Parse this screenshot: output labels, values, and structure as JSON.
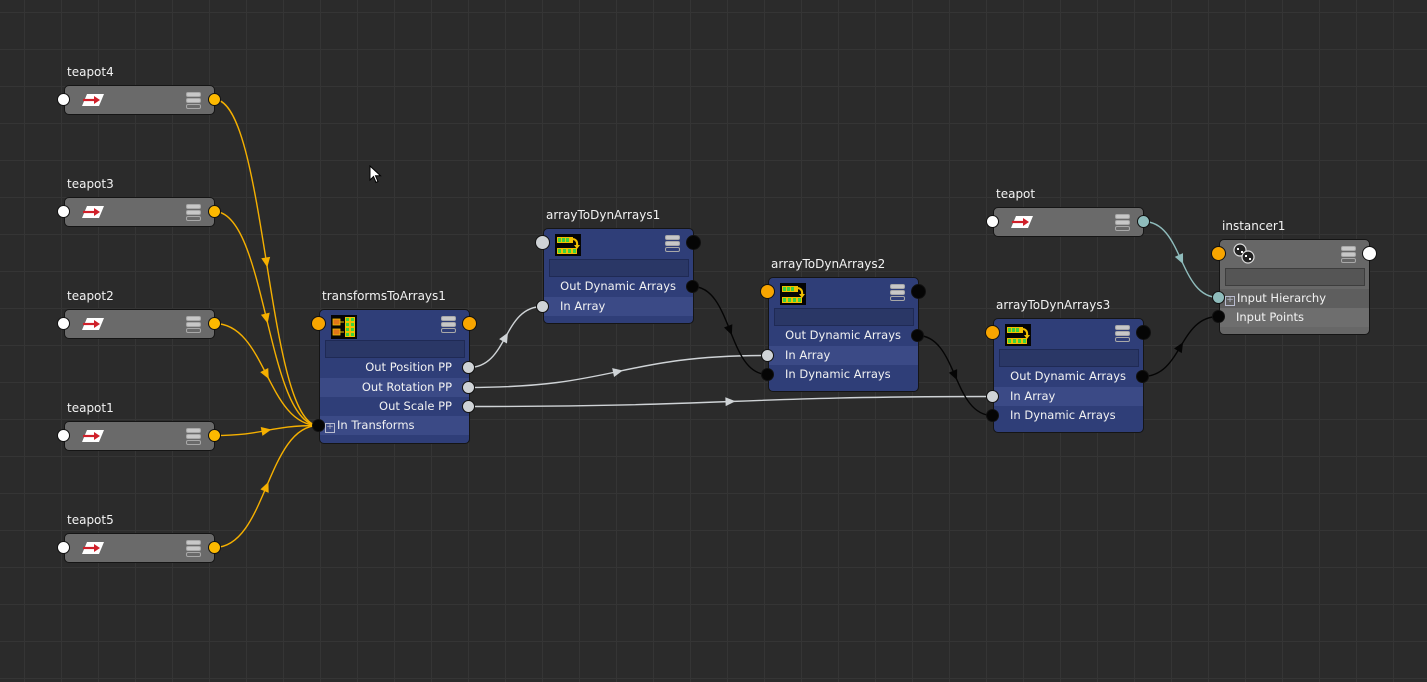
{
  "editor": {
    "title": "Node Editor",
    "colors": {
      "background": "#2b2b2b",
      "grid": "#353535",
      "node_blue": "#2f3e78",
      "node_gray": "#676767",
      "wire_yellow": "#f5b000",
      "wire_white": "#cfd3d6",
      "wire_black": "#050505",
      "wire_teal": "#8fbcbc",
      "port_orange": "#f8a500"
    }
  },
  "nodes": {
    "teapot4": {
      "name": "teapot4",
      "icon": "transform-icon",
      "menu_icon": "stack-icon"
    },
    "teapot3": {
      "name": "teapot3",
      "icon": "transform-icon",
      "menu_icon": "stack-icon"
    },
    "teapot2": {
      "name": "teapot2",
      "icon": "transform-icon",
      "menu_icon": "stack-icon"
    },
    "teapot1": {
      "name": "teapot1",
      "icon": "transform-icon",
      "menu_icon": "stack-icon"
    },
    "teapot5": {
      "name": "teapot5",
      "icon": "transform-icon",
      "menu_icon": "stack-icon"
    },
    "teapot": {
      "name": "teapot",
      "icon": "transform-icon",
      "menu_icon": "stack-icon"
    },
    "transformsToArrays1": {
      "name": "transformsToArrays1",
      "icon": "transforms-to-arrays-icon",
      "attributes": [
        "Out Position PP",
        "Out Rotation PP",
        "Out Scale PP",
        "In Transforms"
      ]
    },
    "arrayToDynArrays1": {
      "name": "arrayToDynArrays1",
      "icon": "array-to-dyn-arrays-icon",
      "attributes": [
        "Out Dynamic Arrays",
        "In Array"
      ]
    },
    "arrayToDynArrays2": {
      "name": "arrayToDynArrays2",
      "icon": "array-to-dyn-arrays-icon",
      "attributes": [
        "Out Dynamic Arrays",
        "In Array",
        "In Dynamic Arrays"
      ]
    },
    "arrayToDynArrays3": {
      "name": "arrayToDynArrays3",
      "icon": "array-to-dyn-arrays-icon",
      "attributes": [
        "Out Dynamic Arrays",
        "In Array",
        "In Dynamic Arrays"
      ]
    },
    "instancer1": {
      "name": "instancer1",
      "icon": "instancer-icon",
      "attributes": [
        "Input Hierarchy",
        "Input Points"
      ]
    }
  },
  "connections": [
    {
      "from": "teapot4",
      "to": "transformsToArrays1.In Transforms",
      "color": "#f5b000"
    },
    {
      "from": "teapot3",
      "to": "transformsToArrays1.In Transforms",
      "color": "#f5b000"
    },
    {
      "from": "teapot2",
      "to": "transformsToArrays1.In Transforms",
      "color": "#f5b000"
    },
    {
      "from": "teapot1",
      "to": "transformsToArrays1.In Transforms",
      "color": "#f5b000"
    },
    {
      "from": "teapot5",
      "to": "transformsToArrays1.In Transforms",
      "color": "#f5b000"
    },
    {
      "from": "transformsToArrays1.Out Position PP",
      "to": "arrayToDynArrays1.In Array",
      "color": "#cfd3d6"
    },
    {
      "from": "transformsToArrays1.Out Rotation PP",
      "to": "arrayToDynArrays2.In Array",
      "color": "#cfd3d6"
    },
    {
      "from": "transformsToArrays1.Out Scale PP",
      "to": "arrayToDynArrays3.In Array",
      "color": "#cfd3d6"
    },
    {
      "from": "arrayToDynArrays1.Out Dynamic Arrays",
      "to": "arrayToDynArrays2.In Dynamic Arrays",
      "color": "#050505"
    },
    {
      "from": "arrayToDynArrays2.Out Dynamic Arrays",
      "to": "arrayToDynArrays3.In Dynamic Arrays",
      "color": "#050505"
    },
    {
      "from": "arrayToDynArrays3.Out Dynamic Arrays",
      "to": "instancer1.Input Points",
      "color": "#050505"
    },
    {
      "from": "teapot",
      "to": "instancer1.Input Hierarchy",
      "color": "#8fbcbc"
    }
  ]
}
